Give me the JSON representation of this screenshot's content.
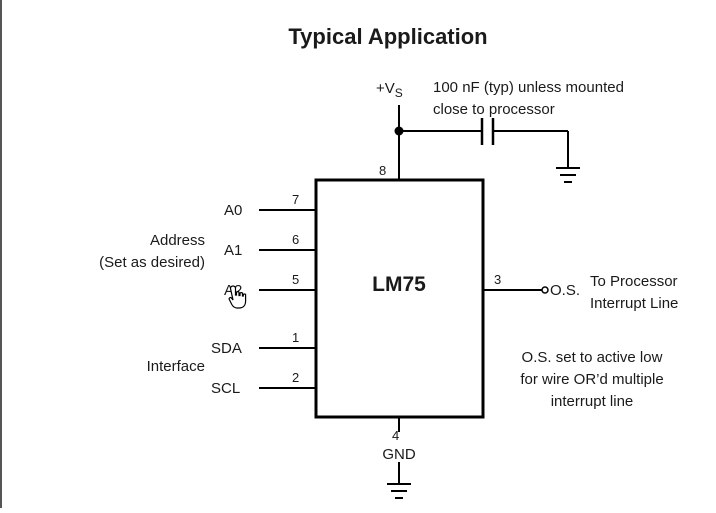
{
  "diagram": {
    "title": "Typical Application",
    "chip_name": "LM75",
    "supply": {
      "label": "+V",
      "subscript": "S"
    },
    "capacitor_note": [
      "100 nF (typ) unless mounted",
      "close to processor"
    ],
    "ground_label": "GND",
    "address_group": [
      "Address",
      "(Set as desired)"
    ],
    "interface_group": "Interface",
    "pins": [
      {
        "number": "8",
        "name": ""
      },
      {
        "number": "7",
        "name": "A0"
      },
      {
        "number": "6",
        "name": "A1"
      },
      {
        "number": "5",
        "name": "A2"
      },
      {
        "number": "1",
        "name": "SDA"
      },
      {
        "number": "2",
        "name": "SCL"
      },
      {
        "number": "3",
        "name": "O.S."
      },
      {
        "number": "4",
        "name": ""
      }
    ],
    "processor_note": [
      "To Processor",
      "Interrupt Line"
    ],
    "os_note": [
      "O.S. set to active low",
      "for wire OR’d multiple",
      "interrupt line"
    ]
  },
  "cursor": {
    "icon": "hand-pointer-icon"
  }
}
